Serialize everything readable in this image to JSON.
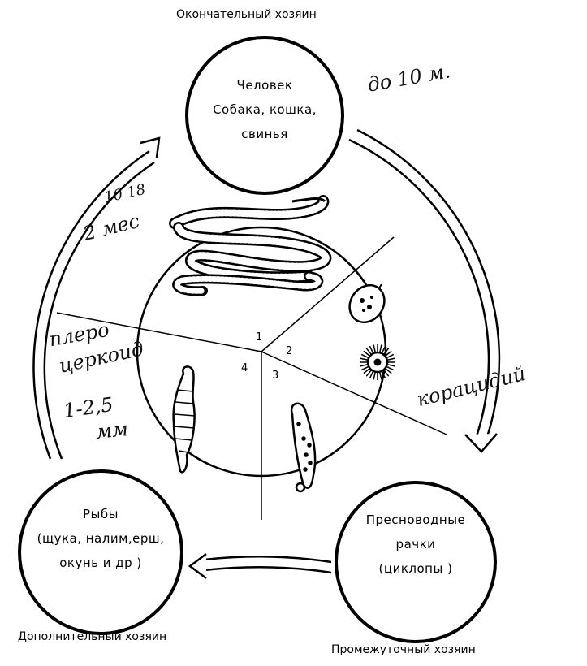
{
  "labels": {
    "definitive_host": "Окончательный хозяин",
    "additional_host": "Дополнительный хозяин",
    "intermediate_host": "Промежуточный хозяин"
  },
  "hosts": {
    "top": {
      "line1": "Человек",
      "line2": "Собака, кошка,",
      "line3": "свинья"
    },
    "left": {
      "line1": "Рыбы",
      "line2": "(щука, налим,ерш,",
      "line3": "окунь и др  )"
    },
    "right": {
      "line1": "Пресноводные",
      "line2": "рачки",
      "line3": "(циклопы )"
    }
  },
  "stages": [
    "1",
    "2",
    "3",
    "4"
  ],
  "handwriting": {
    "top_right": "до 10 м.",
    "upper_left_a": "10 18",
    "upper_left_b": "2 мес",
    "left_a": "плеро",
    "left_b": "церкоид",
    "left_c": "1-2,5",
    "left_d": "мм",
    "right": "корацидий"
  }
}
